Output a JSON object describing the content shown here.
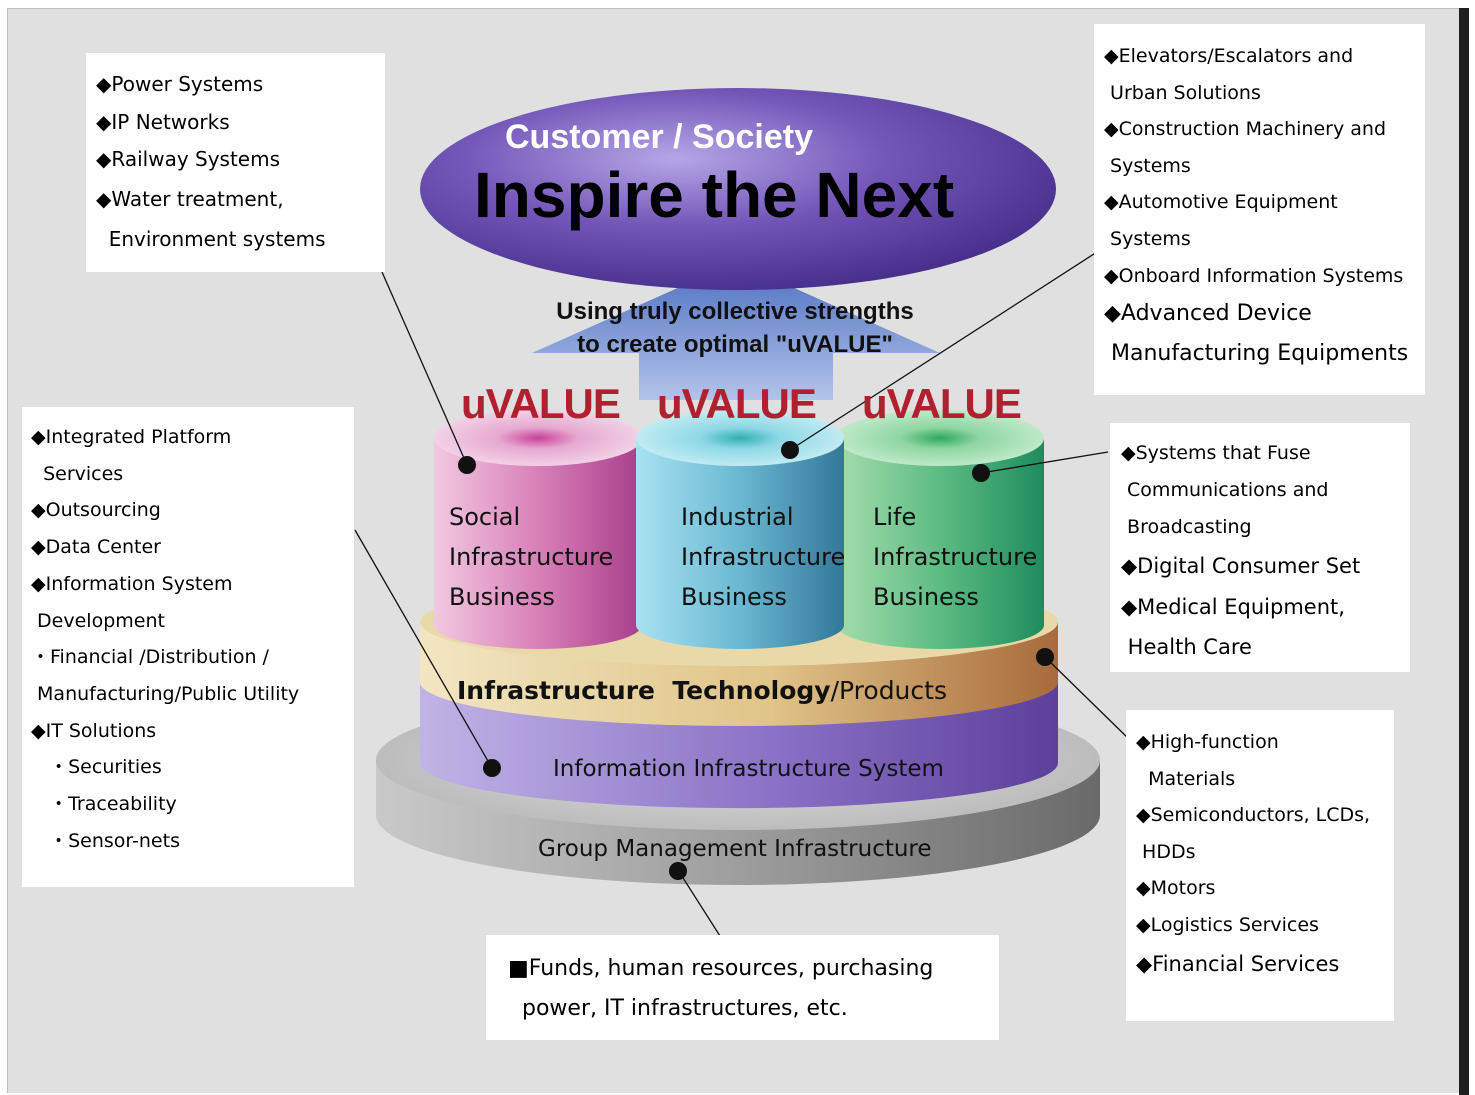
{
  "header": {
    "customer_society": "Customer / Society",
    "inspire_the_next": "Inspire the Next"
  },
  "arrow_text": {
    "line1": "Using truly collective strengths",
    "line2": "to create optimal \"uVALUE\""
  },
  "uvalue_labels": [
    "uVALUE",
    "uVALUE",
    "uVALUE"
  ],
  "businesses": [
    {
      "lines": [
        "Social",
        "Infrastructure",
        "Business"
      ],
      "color": "#c4509a"
    },
    {
      "lines": [
        "Industrial",
        "Infrastructure",
        "Business"
      ],
      "color": "#4a9ab4"
    },
    {
      "lines": [
        "Life",
        "Infrastructure",
        "Business"
      ],
      "color": "#3aa86a"
    }
  ],
  "layers": {
    "technology": {
      "main": "Infrastructure  Technology",
      "suffix": "/Products"
    },
    "information": "Information Infrastructure System",
    "group": "Group Management Infrastructure"
  },
  "boxes": {
    "social": [
      "◆Power Systems",
      "◆IP Networks",
      "◆Railway Systems",
      "◆Water treatment,",
      "  Environment systems"
    ],
    "industrial": [
      "◆Elevators/Escalators and",
      " Urban Solutions",
      "◆Construction Machinery and",
      " Systems",
      "◆Automotive Equipment",
      " Systems",
      "◆Onboard Information Systems",
      "◆Advanced Device",
      " Manufacturing Equipments"
    ],
    "information": [
      "◆Integrated Platform",
      "  Services",
      "◆Outsourcing",
      "◆Data Center",
      "◆Information System",
      " Development",
      "・Financial /Distribution /",
      " Manufacturing/Public Utility",
      "◆IT Solutions",
      "   ・Securities",
      "   ・Traceability",
      "   ・Sensor-nets"
    ],
    "life": [
      "◆Systems that Fuse",
      " Communications and",
      " Broadcasting",
      "◆Digital Consumer Set",
      "◆Medical Equipment,",
      " Health Care"
    ],
    "technology": [
      "◆High-function",
      "  Materials",
      "◆Semiconductors, LCDs,",
      " HDDs",
      "◆Motors",
      "◆Logistics Services",
      "◆Financial Services"
    ],
    "group": [
      "■Funds, human resources, purchasing",
      "  power, IT infrastructures, etc."
    ]
  },
  "colors": {
    "background": "#e0e0e0",
    "ellipse": "#5a3a9a",
    "arrow": "#6a88c8",
    "uvalue": "#b0202e",
    "social_cylinder": "#c4509a",
    "industrial_cylinder": "#4a9ab4",
    "life_cylinder": "#3aa86a",
    "technology_layer": "#e8d6a8",
    "information_layer": "#8a70c0",
    "group_layer": "#9a9a9a"
  }
}
